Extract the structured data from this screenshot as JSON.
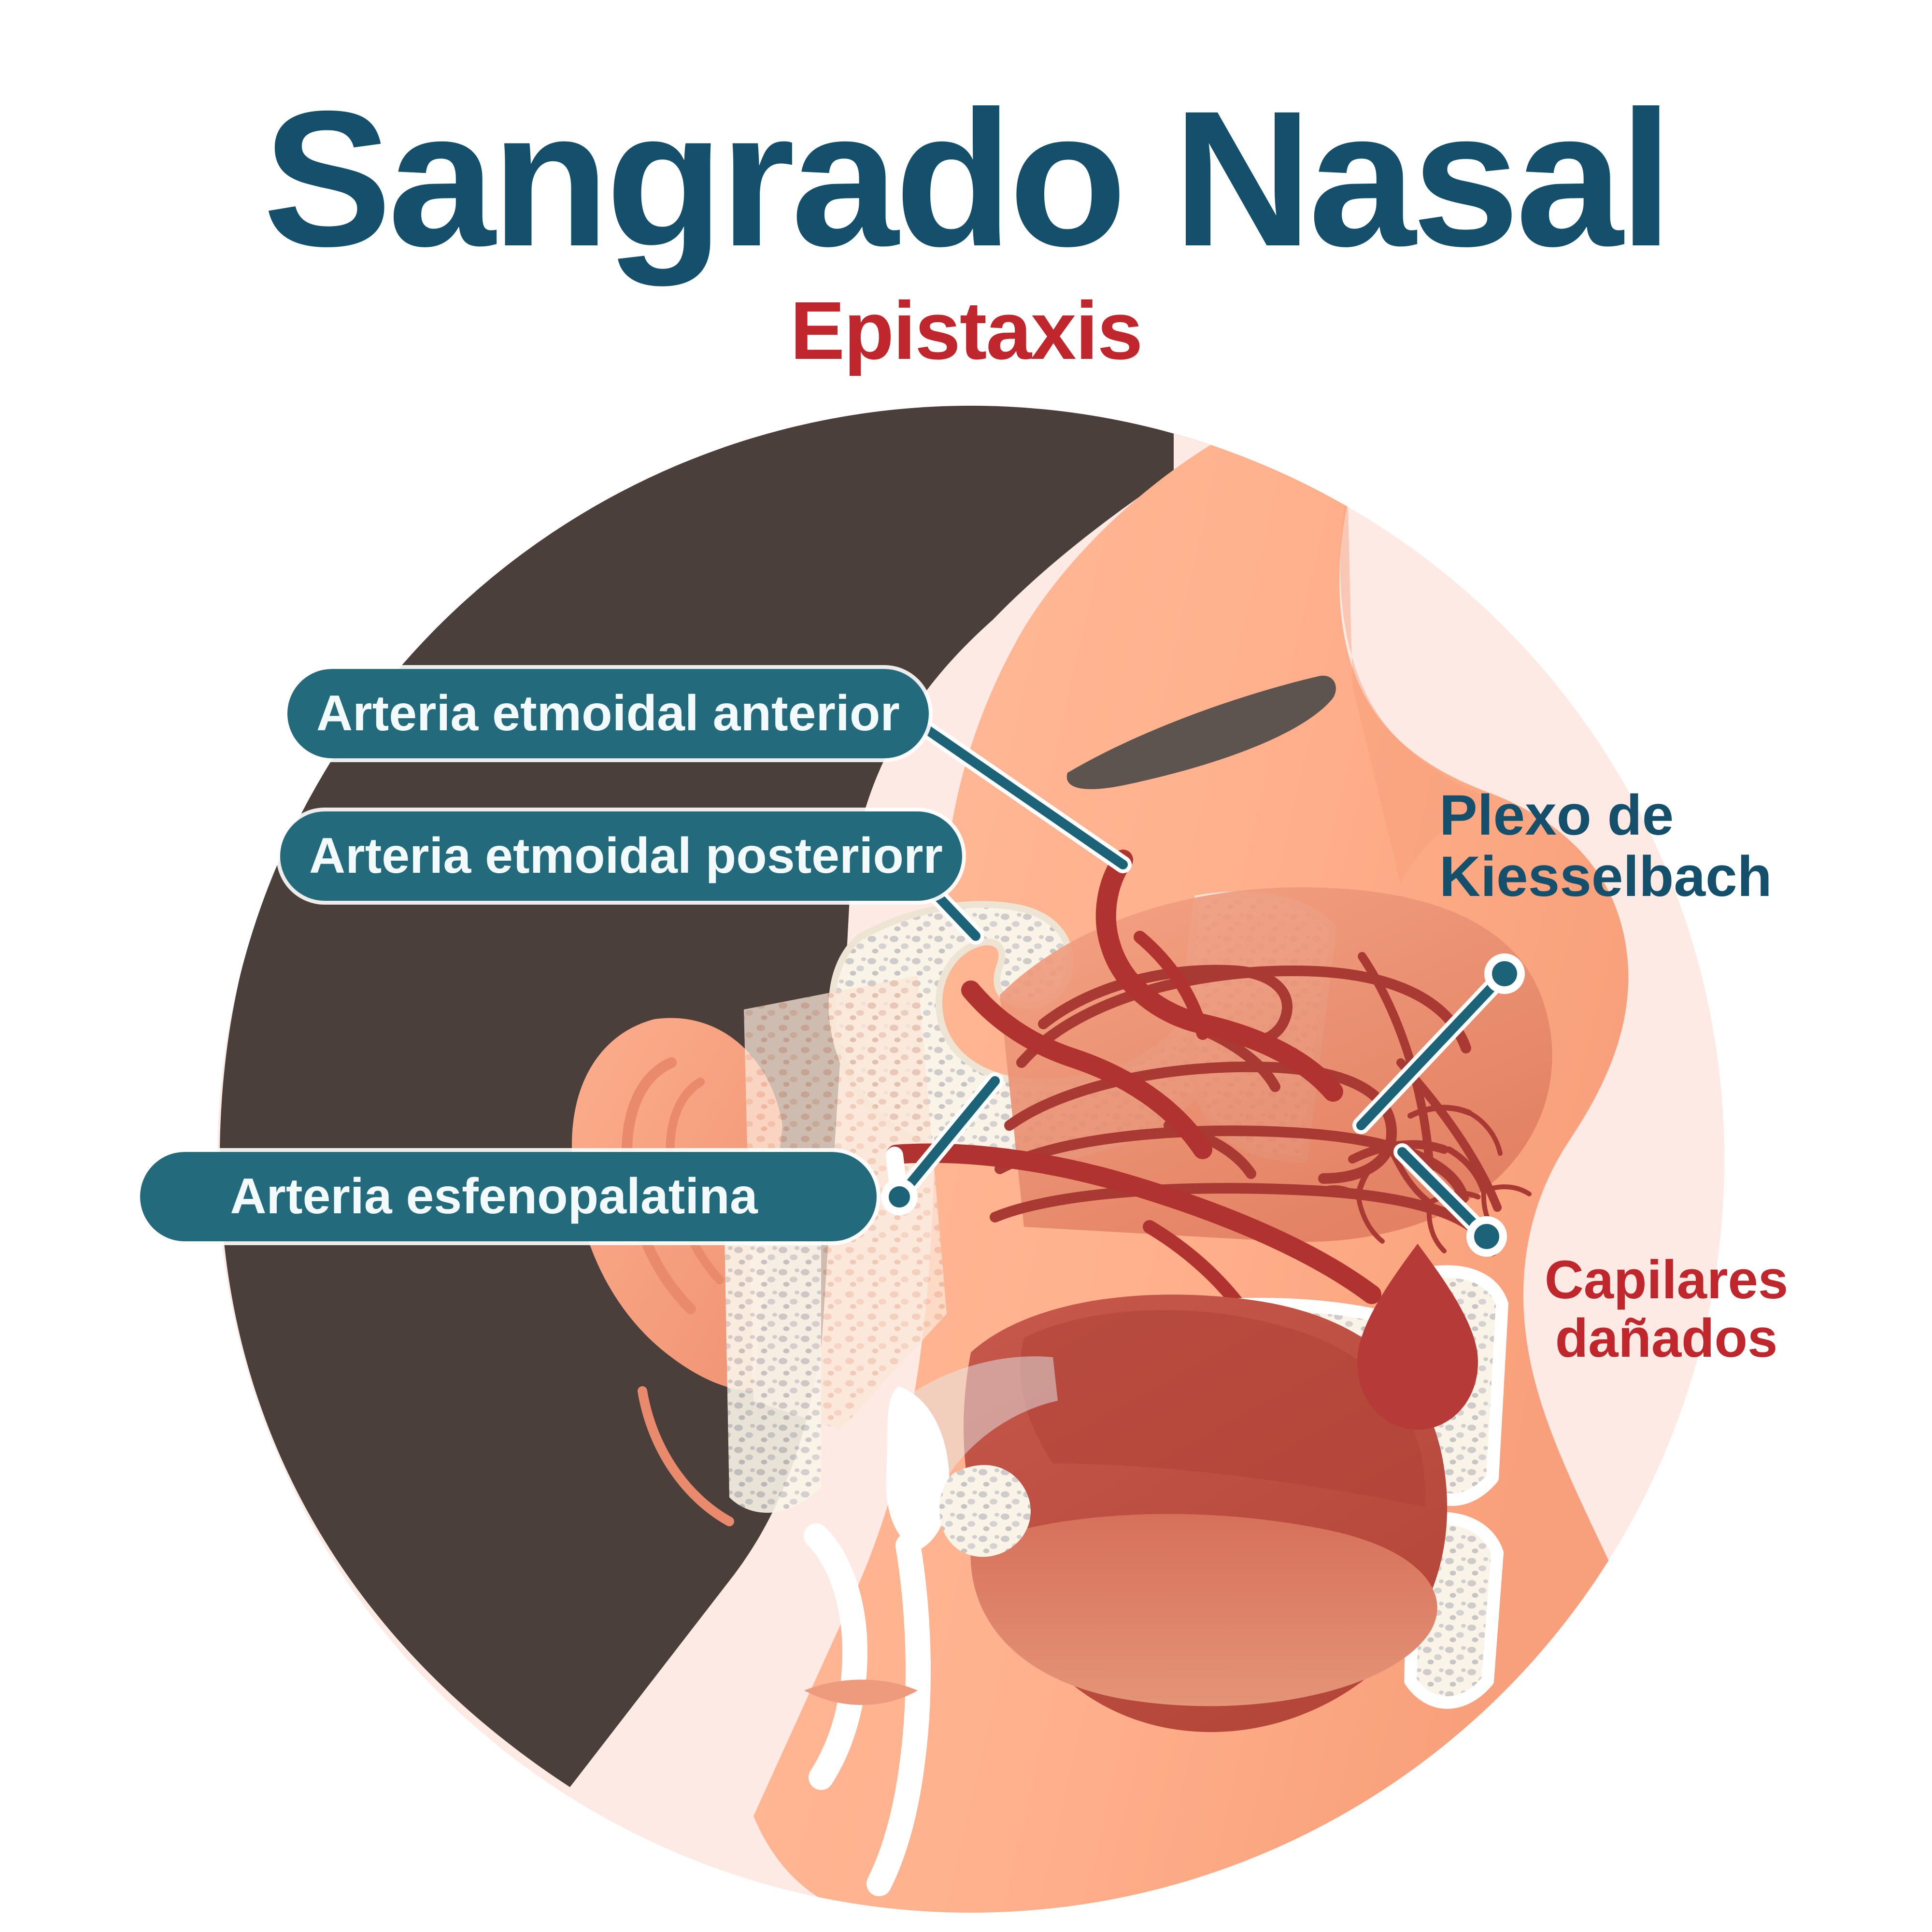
{
  "header": {
    "title": "Sangrado Nasal",
    "subtitle": "Epistaxis"
  },
  "colors": {
    "title_blue": "#14506B",
    "subtitle_red": "#C0272D",
    "badge_teal": "#236A7D",
    "badge_text": "#F2FAFB",
    "connector_teal": "#1D6378",
    "connector_outline": "#FFFFFF",
    "background_circle_pink": "#FDEAE4",
    "hair_brown": "#4B3F3B",
    "skin": "#FFB591",
    "skin_shadow": "#F49C7C",
    "mucosa": "#E98B6D",
    "cavity_deep_red": "#C04F43",
    "artery_red": "#B0332F",
    "bone_cream": "#FAF3E6",
    "bone_speckle": "#C9C6C6",
    "blood_drop": "#B63B38",
    "eyebrow_gray": "#5E544F",
    "white": "#FFFFFF"
  },
  "callouts": [
    {
      "id": "arteria-etmoidal-anterior",
      "label": "Arteria etmoidal anterior",
      "style": "badge",
      "dot": "hollow"
    },
    {
      "id": "arteria-etmoidal-posterior",
      "label": "Arteria etmoidal posteriorr",
      "style": "badge",
      "dot": "hollow"
    },
    {
      "id": "arteria-esfenopalatina",
      "label": "Arteria esfenopalatina",
      "style": "badge",
      "dot": "hollow"
    },
    {
      "id": "plexo-de-kiesselbach",
      "label": "Plexo de Kiesselbach",
      "style": "plain-blue",
      "dot": "filled"
    },
    {
      "id": "capilares-danados",
      "label": "Capilares dañados",
      "style": "plain-red",
      "dot": "filled"
    }
  ],
  "labels": {
    "kiesselbach_line1": "Plexo de",
    "kiesselbach_line2": "Kiesselbach",
    "capilares_line1": "Capilares",
    "capilares_line2": "dañados"
  },
  "illustration": {
    "name": "sagittal-head-nasal-cavity-cross-section",
    "parts": [
      "background-circle",
      "hair",
      "face-profile",
      "eyebrow",
      "ear",
      "nasal-turbinates",
      "nasal-septum",
      "ethmoid-bone",
      "sphenoid-sinus",
      "hard-palate",
      "soft-palate",
      "uvula",
      "tongue",
      "oral-cavity",
      "mandible",
      "teeth",
      "anterior-ethmoidal-artery",
      "posterior-ethmoidal-artery",
      "sphenopalatine-artery",
      "kiesselbach-plexus-capillaries",
      "blood-drop"
    ]
  }
}
